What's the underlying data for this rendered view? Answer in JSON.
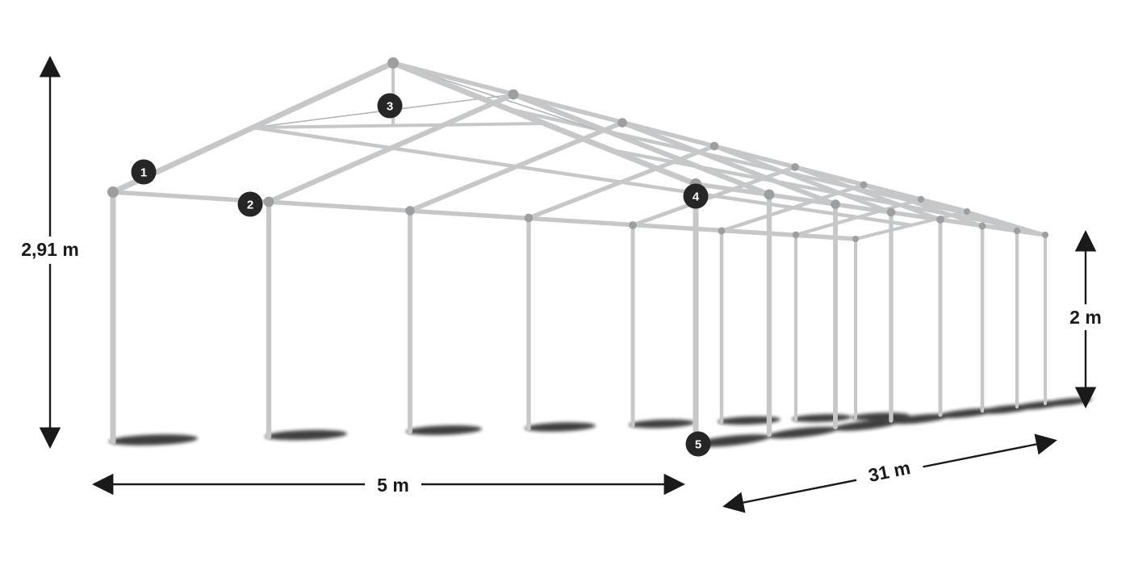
{
  "illustration": {
    "title": "tent-frame-dimension-diagram",
    "colors": {
      "background": "#ffffff",
      "frame_tube": "#c5c7c8",
      "frame_joint": "#9c9ea0",
      "brace_cable": "#b4b5b6",
      "shadow": "#141414",
      "dimension_line": "#1a1a1a",
      "marker_background": "#262626",
      "marker_text": "#ffffff"
    },
    "dimensions": {
      "total_height": "2,91 m",
      "width": "5 m",
      "length": "31 m",
      "side_height": "2 m"
    },
    "markers": [
      {
        "label": "1"
      },
      {
        "label": "2"
      },
      {
        "label": "3"
      },
      {
        "label": "4"
      },
      {
        "label": "5"
      }
    ]
  }
}
